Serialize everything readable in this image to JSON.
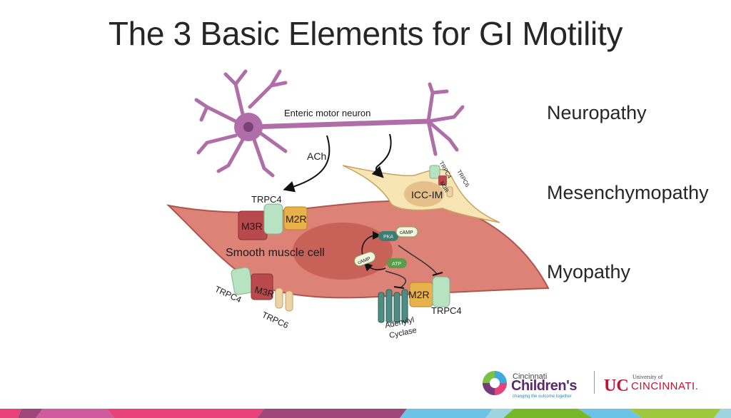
{
  "slide": {
    "title": "The 3 Basic Elements for GI Motility"
  },
  "categories": [
    {
      "label": "Neuropathy"
    },
    {
      "label": "Mesenchymopathy"
    },
    {
      "label": "Myopathy"
    }
  ],
  "diagram": {
    "neuron_label": "Enteric motor neuron",
    "neurotransmitter_label": "ACh",
    "icc_label": "ICC-IM",
    "icc_receptors": {
      "trpc4": "TRPC4",
      "m3r": "M3R",
      "trpc6": "TRPC6"
    },
    "smc_label": "Smooth muscle cell",
    "top_receptors": {
      "trpc4": "TRPC4",
      "m3r": "M3R",
      "m2r": "M2R"
    },
    "bottom_left_receptors": {
      "trpc4": "TRPC4",
      "m3r": "M3R",
      "trpc6": "TRPC6"
    },
    "signaling": {
      "pka": "PKA",
      "camp_bound": "cAMP",
      "camp": "cAMP",
      "atp": "ATP",
      "m2r": "M2R",
      "trpc4": "TRPC4",
      "adenylyl_cyclase_line1": "Adenylyl",
      "adenylyl_cyclase_line2": "Cyclase"
    },
    "colors": {
      "neuron": "#b06ea8",
      "smooth_muscle": "#dc8276",
      "smc_nucleus": "#c2564f",
      "icc": "#f7e6b4",
      "trpc4": "#b7e3c3",
      "m3r": "#b84a4e",
      "m2r": "#e7b24c",
      "trpc6": "#ecd4a8",
      "adenylyl_cyclase": "#4f8c83",
      "pka": "#3f7a73",
      "atp": "#5a9c4a"
    }
  },
  "logos": {
    "cincinnati_childrens": {
      "line1": "Cincinnati",
      "line2": "Children's",
      "tagline": "changing the outcome together"
    },
    "university": {
      "line1": "University of",
      "line2": "CINCINNATI."
    }
  },
  "footer_band_colors": [
    "#e9417a",
    "#a0457a",
    "#d05a9e",
    "#6cc3e8",
    "#9fd3e0",
    "#76b82a",
    "#a0c83c"
  ]
}
